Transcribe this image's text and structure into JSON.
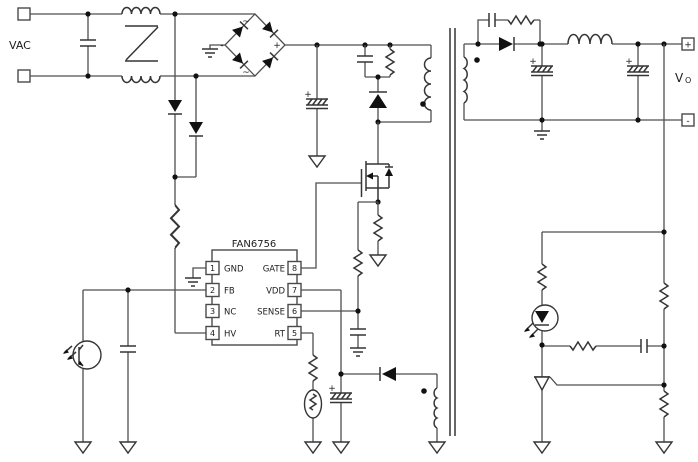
{
  "labels": {
    "vac": "VAC",
    "plus": "+",
    "minus": "-"
  },
  "bridge": {
    "plus": "+",
    "minus": "-",
    "ac_top": "~",
    "ac_bottom": "~"
  },
  "ic": {
    "name": "FAN6756",
    "pins_left": [
      {
        "num": "1",
        "name": "GND"
      },
      {
        "num": "2",
        "name": "FB"
      },
      {
        "num": "3",
        "name": "NC"
      },
      {
        "num": "4",
        "name": "HV"
      }
    ],
    "pins_right": [
      {
        "num": "8",
        "name": "GATE"
      },
      {
        "num": "7",
        "name": "VDD"
      },
      {
        "num": "6",
        "name": "SENSE"
      },
      {
        "num": "5",
        "name": "RT"
      }
    ]
  },
  "output": {
    "positive": "+",
    "negative": "-",
    "label_main": "V",
    "label_sub": "O"
  },
  "colors": {
    "wire": "#4f4f4f",
    "symbol": "#353535",
    "fill": "#111111",
    "background": "#ffffff",
    "text": "#1c1c1c"
  },
  "components": [
    "ac-input-terminals",
    "emi-x-capacitor",
    "common-mode-choke",
    "bridge-rectifier",
    "hv-startup-diodes",
    "hv-startup-resistor",
    "bulk-capacitor",
    "rcd-clamp",
    "flyback-transformer",
    "power-mosfet",
    "current-sense-resistor",
    "sense-filter",
    "controller-ic",
    "feedback-capacitor",
    "optocoupler-transistor",
    "optocoupler-led",
    "vdd-rectifier-diode",
    "vdd-capacitor",
    "rt-resistor",
    "ntc-thermistor",
    "output-rectifier-diode",
    "output-snubber",
    "output-capacitors",
    "output-filter-inductor",
    "output-terminals",
    "voltage-divider",
    "shunt-regulator",
    "compensation-network"
  ]
}
